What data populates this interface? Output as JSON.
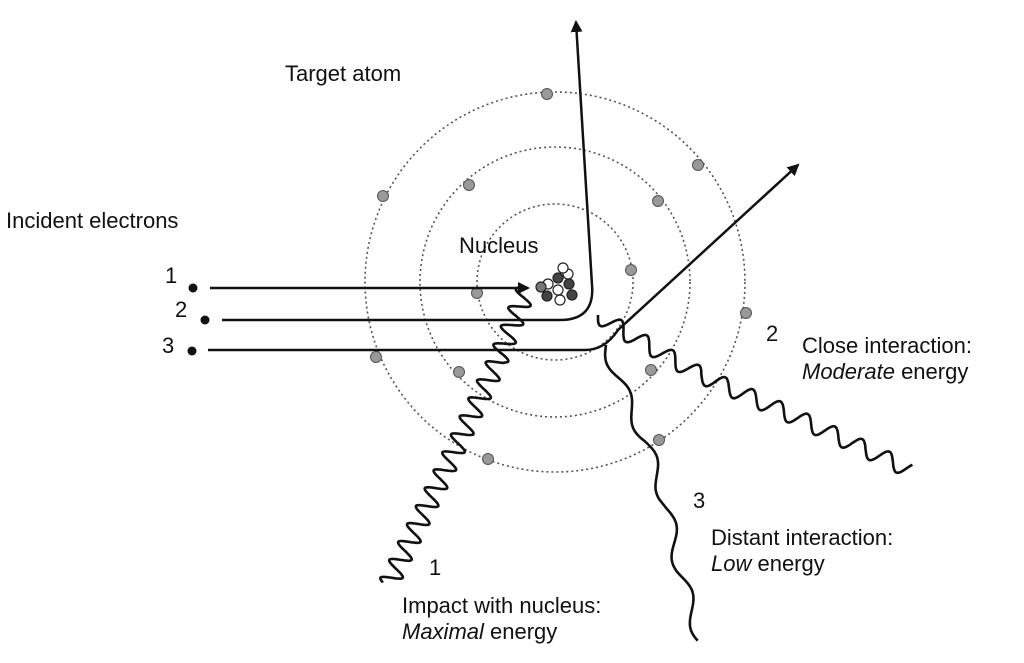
{
  "title": "Target atom",
  "incident_label": "Incident electrons",
  "nucleus_label": "Nucleus",
  "electrons": [
    {
      "number": "1",
      "result_line1": "Impact with nucleus:",
      "result_emph": "Maximal",
      "result_rest": " energy",
      "wave_number": "1"
    },
    {
      "number": "2",
      "result_line1": "Close interaction:",
      "result_emph": "Moderate",
      "result_rest": " energy",
      "wave_number": "2"
    },
    {
      "number": "3",
      "result_line1": "Distant interaction:",
      "result_emph": "Low",
      "result_rest": " energy",
      "wave_number": "3"
    }
  ]
}
